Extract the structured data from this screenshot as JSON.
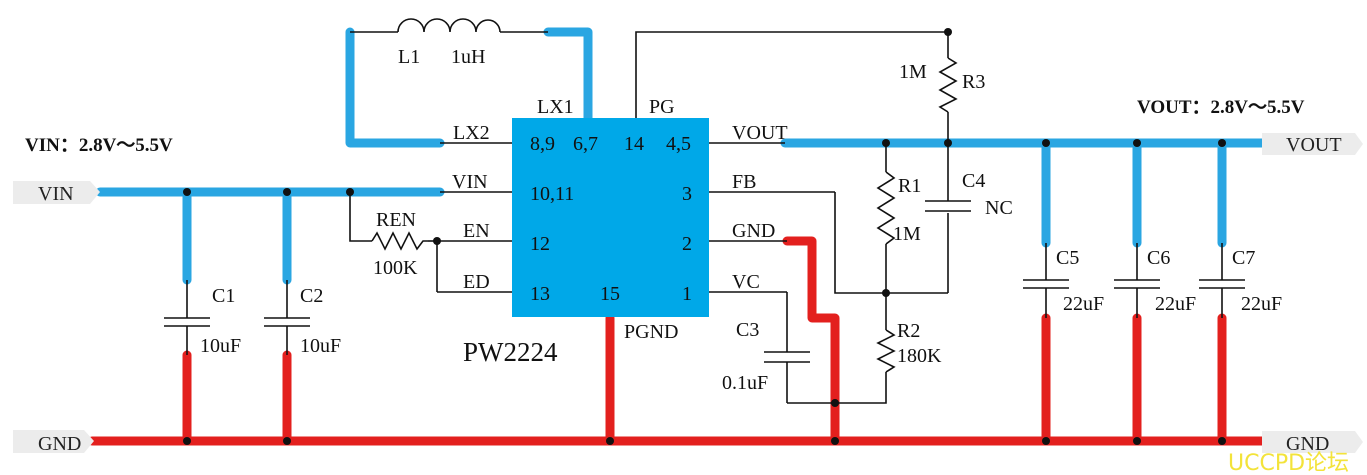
{
  "chip": {
    "name": "PW2224",
    "pins": {
      "lx2": "8,9",
      "lx1": "6,7",
      "pg": "14",
      "vout": "4,5",
      "vin": "10,11",
      "fb": "3",
      "en": "12",
      "gnd": "2",
      "ed": "13",
      "pgnd_num": "15",
      "vc": "1"
    }
  },
  "nets": {
    "lx1": "LX1",
    "lx2": "LX2",
    "pg": "PG",
    "vout": "VOUT",
    "vin": "VIN",
    "fb": "FB",
    "en": "EN",
    "gnd": "GND",
    "ed": "ED",
    "vc": "VC",
    "pgnd": "PGND"
  },
  "ports": {
    "vin_in": "VIN",
    "gnd_left": "GND",
    "vout_out": "VOUT",
    "gnd_right": "GND"
  },
  "specs": {
    "vin": "VIN：2.8V～5.5V",
    "vout": "VOUT：2.8V～5.5V"
  },
  "components": {
    "l1": {
      "ref": "L1",
      "value": "1uH"
    },
    "r3": {
      "ref": "R3",
      "value": "1M"
    },
    "r1": {
      "ref": "R1",
      "value": "1M"
    },
    "r2": {
      "ref": "R2",
      "value": "180K"
    },
    "ren": {
      "ref": "REN",
      "value": "100K"
    },
    "c1": {
      "ref": "C1",
      "value": "10uF"
    },
    "c2": {
      "ref": "C2",
      "value": "10uF"
    },
    "c3": {
      "ref": "C3",
      "value": "0.1uF"
    },
    "c4": {
      "ref": "C4",
      "value": "NC"
    },
    "c5": {
      "ref": "C5",
      "value": "22uF"
    },
    "c6": {
      "ref": "C6",
      "value": "22uF"
    },
    "c7": {
      "ref": "C7",
      "value": "22uF"
    }
  },
  "colors": {
    "chip_fill": "#00a8e8",
    "vin_vout_highlight": "#2aa6e2",
    "gnd_highlight": "#e3201e",
    "port_fill": "#ececec"
  },
  "watermark": "UCCPD论坛"
}
